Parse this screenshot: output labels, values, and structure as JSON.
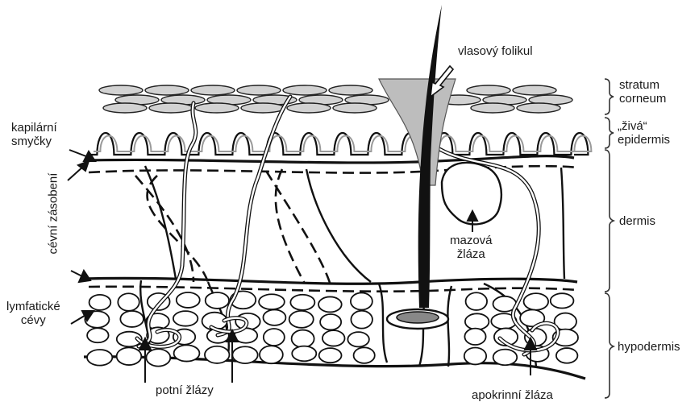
{
  "labels": {
    "vlasovy_folikul": "vlasový folikul",
    "kapilarni_smycky": [
      "kapilární",
      "smyčky"
    ],
    "cevni_zasobeni": "cévní zásobení",
    "lymfaticke_cevy": [
      "lymfatické",
      "cévy"
    ],
    "potni_zlazy": "potní žlázy",
    "mazova_zlaza": [
      "mazová",
      "žláza"
    ],
    "apokrinni_zlaza": "apokrinní žláza"
  },
  "layers": {
    "stratum_corneum": [
      "stratum",
      "corneum"
    ],
    "ziva_epidermis": [
      "„živá“",
      "epidermis"
    ],
    "dermis": "dermis",
    "hypodermis": "hypodermis"
  },
  "colors": {
    "line": "#111111",
    "gland": "#8c8c8c",
    "scale_fill": "#d2d2d2",
    "follicle_fill": "#bdbdbd"
  }
}
